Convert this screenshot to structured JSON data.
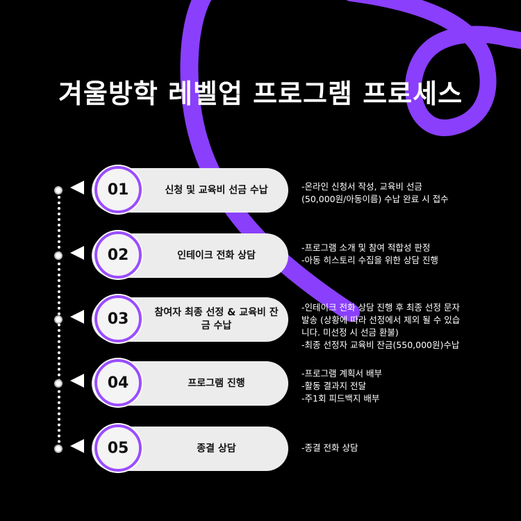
{
  "title": "겨울방학 레벨업 프로그램 프로세스",
  "colors": {
    "background": "#000000",
    "accent": "#9b4dff",
    "pill": "#ececec",
    "text": "#ffffff"
  },
  "steps": [
    {
      "number": "01",
      "label": "신청 및 교육비 선금 수납",
      "description": [
        "-온라인 신청서 작성, 교육비 선금",
        "(50,000원/아동이름) 수납  완료 시 접수"
      ]
    },
    {
      "number": "02",
      "label": "인테이크 전화 상담",
      "description": [
        "-프로그램 소개 및 참여 적합성 판정",
        "-아동 히스토리 수집을 위한 상담 진행"
      ]
    },
    {
      "number": "03",
      "label": "참여자 최종 선정 & 교육비 잔금 수납",
      "description": [
        "-인테이크 전화 상담 진행 후 최종 선정 문자",
        "발송 (상황에 따라 선정에서 제외 될 수 있습",
        "니다. 미선정 시 선금 환불)",
        "-최종 선정자 교육비 잔금(550,000원)수납"
      ]
    },
    {
      "number": "04",
      "label": "프로그램 진행",
      "description": [
        "-프로그램 계획서 배부",
        "-활동 결과지 전달",
        "-주1회 피드백지 배부"
      ]
    },
    {
      "number": "05",
      "label": "종결 상담",
      "description": [
        "-종결 전화 상담"
      ]
    }
  ]
}
